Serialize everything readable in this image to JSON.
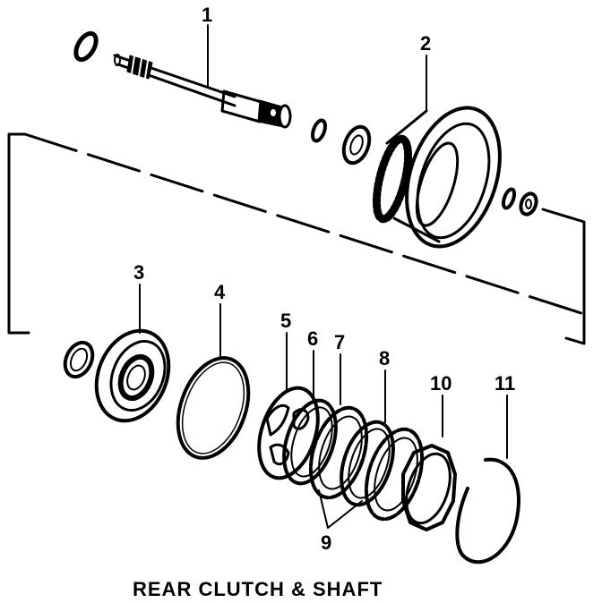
{
  "diagram": {
    "title": "REAR CLUTCH & SHAFT",
    "callouts": {
      "c1": "1",
      "c2": "2",
      "c3": "3",
      "c4": "4",
      "c5": "5",
      "c6": "6",
      "c7": "7",
      "c8": "8",
      "c9": "9",
      "c10": "10",
      "c11": "11"
    }
  }
}
